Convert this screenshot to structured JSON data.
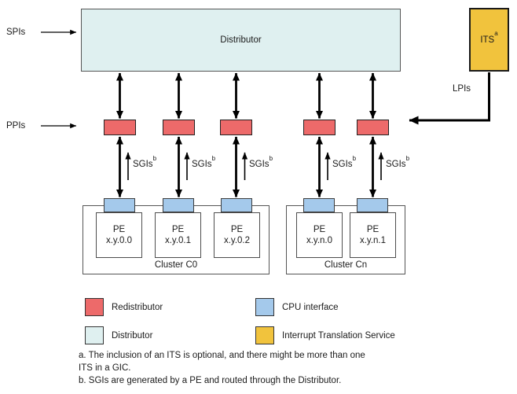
{
  "diagram": {
    "spis_label": "SPIs",
    "ppis_label": "PPIs",
    "lpis_label": "LPIs",
    "distributor_label": "Distributor",
    "its_label": "ITS",
    "its_footnote_marker": "a",
    "sgis_label": "SGIs",
    "sgis_footnote_marker": "b",
    "redistributor_count": 5,
    "clusters": [
      {
        "label": "Cluster C0",
        "pes": [
          {
            "line1": "PE",
            "line2": "x.y.0.0"
          },
          {
            "line1": "PE",
            "line2": "x.y.0.1"
          },
          {
            "line1": "PE",
            "line2": "x.y.0.2"
          }
        ]
      },
      {
        "label": "Cluster Cn",
        "pes": [
          {
            "line1": "PE",
            "line2": "x.y.n.0"
          },
          {
            "line1": "PE",
            "line2": "x.y.n.1"
          }
        ]
      }
    ]
  },
  "legend": {
    "items": [
      {
        "label": "Redistributor",
        "color": "#ed6a6a"
      },
      {
        "label": "CPU interface",
        "color": "#a4c9eb"
      },
      {
        "label": "Distributor",
        "color": "#dff0f0"
      },
      {
        "label": "Interrupt Translation Service",
        "color": "#f1c33d"
      }
    ]
  },
  "footnotes": [
    "a. The inclusion of an ITS is optional, and there might be more than one\nITS in a GIC.",
    "b. SGIs are generated by a PE and routed through the Distributor."
  ],
  "colors": {
    "redistributor": "#ed6a6a",
    "cpu_interface": "#a4c9eb",
    "distributor": "#dff0f0",
    "its": "#f1c33d",
    "arrow": "#000000"
  }
}
